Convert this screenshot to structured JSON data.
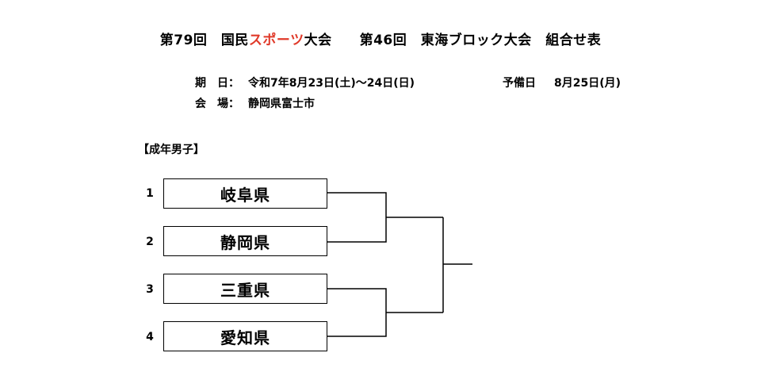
{
  "header": {
    "title_pre": "第79回　国民",
    "title_red": "スポーツ",
    "title_post": "大会　　第46回　東海ブロック大会　組合せ表"
  },
  "info": {
    "date_label": "期　日：",
    "date_value": "令和7年8月23日(土)～24日(日)",
    "reserve_label": "予備日",
    "reserve_value": "8月25日(月)",
    "venue_label": "会　場：",
    "venue_value": "静岡県富士市"
  },
  "section": {
    "title": "【成年男子】"
  },
  "bracket": {
    "teams": [
      {
        "seed": "1",
        "name": "岐阜県"
      },
      {
        "seed": "2",
        "name": "静岡県"
      },
      {
        "seed": "3",
        "name": "三重県"
      },
      {
        "seed": "4",
        "name": "愛知県"
      }
    ]
  },
  "colors": {
    "accent_red": "#e03a2a",
    "line": "#000000"
  }
}
